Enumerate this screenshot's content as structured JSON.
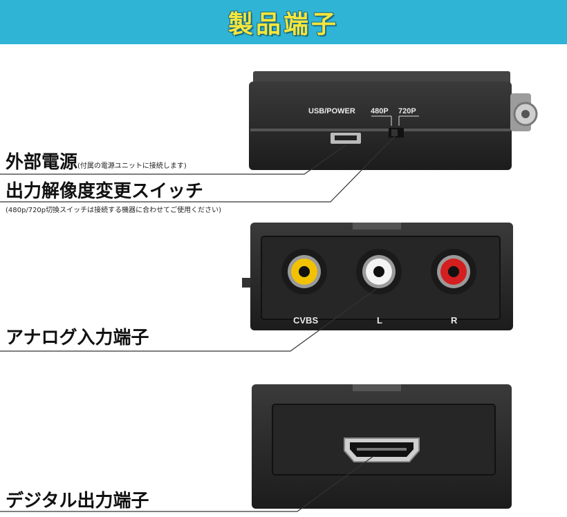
{
  "header": {
    "title": "製品端子"
  },
  "power": {
    "label": "外部電源",
    "note": "(付属の電源ユニットに接続します)",
    "port_label": "USB/POWER"
  },
  "switch": {
    "label": "出力解像度変更スイッチ",
    "note": "(480p/720p切換スイッチは接続する機器に合わせてご使用ください)",
    "opt1": "480P",
    "opt2": "720P"
  },
  "analog": {
    "label": "アナログ入力端子",
    "jacks": [
      "CVBS",
      "L",
      "R"
    ],
    "colors": {
      "cvbs": "#f2c200",
      "left": "#f4f4f4",
      "right": "#d31f1f"
    }
  },
  "digital": {
    "label": "デジタル出力端子"
  },
  "colors": {
    "banner": "#2fb4d6",
    "title": "#f5e63c",
    "device": "#2b2b2b"
  }
}
